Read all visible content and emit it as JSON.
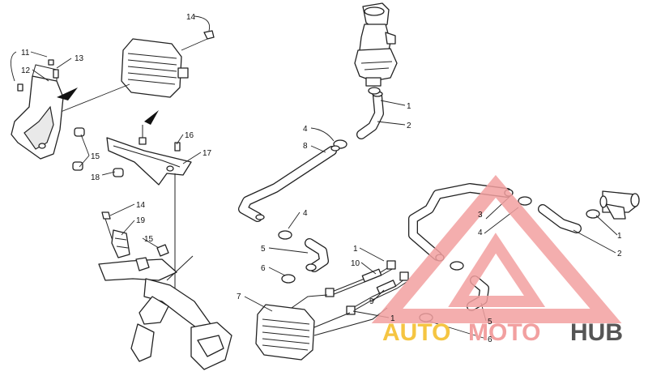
{
  "callouts": {
    "c1a": "1",
    "c2a": "2",
    "c4a": "4",
    "c8": "8",
    "c4b": "4",
    "c5a": "5",
    "c6a": "6",
    "c1b": "1",
    "c10": "10",
    "c7": "7",
    "c9": "9",
    "c1c": "1",
    "c3": "3",
    "c4c": "4",
    "c1d": "1",
    "c2b": "2",
    "c5b": "5",
    "c6b": "6",
    "c14a": "14",
    "c11": "11",
    "c13": "13",
    "c12": "12",
    "c15a": "15",
    "c16": "16",
    "c17": "17",
    "c18": "18",
    "c14b": "14",
    "c19": "19",
    "c15b": "15"
  },
  "watermark": {
    "word1": "AUTO",
    "word2": "MOTO",
    "word3": "HUB",
    "colors": {
      "triangle": "#f2a0a0",
      "auto": "#f5c542",
      "moto": "#f2a0a0",
      "hub": "#555555"
    }
  }
}
